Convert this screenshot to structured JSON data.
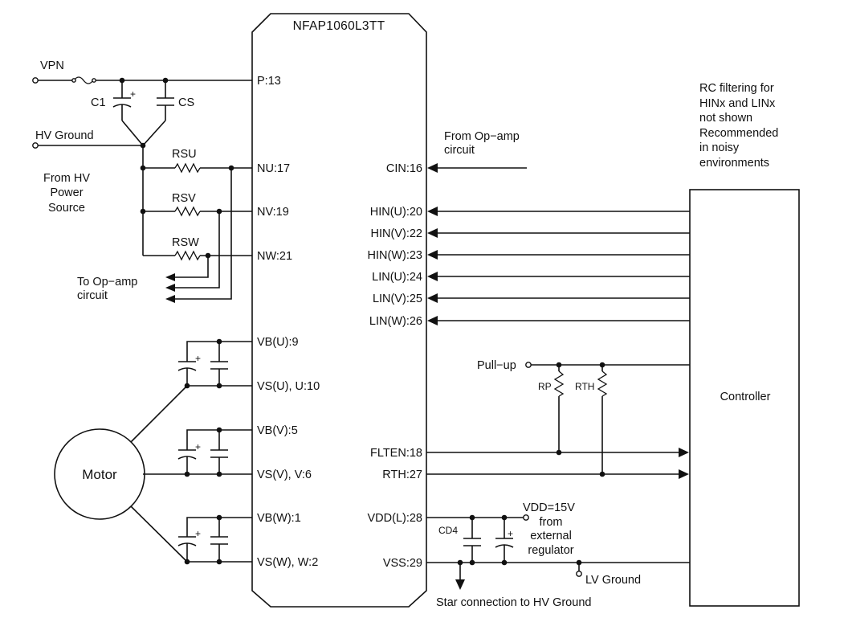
{
  "ic": {
    "name": "NFAP1060L3TT",
    "left_pins": {
      "p13": "P:13",
      "nu17": "NU:17",
      "nv19": "NV:19",
      "nw21": "NW:21",
      "vbu9": "VB(U):9",
      "vsu10": "VS(U), U:10",
      "vbv5": "VB(V):5",
      "vsv6": "VS(V), V:6",
      "vbw1": "VB(W):1",
      "vsw2": "VS(W), W:2"
    },
    "right_pins": {
      "cin16": "CIN:16",
      "hinu20": "HIN(U):20",
      "hinv22": "HIN(V):22",
      "hinw23": "HIN(W):23",
      "linu24": "LIN(U):24",
      "linv25": "LIN(V):25",
      "linw26": "LIN(W):26",
      "flten18": "FLTEN:18",
      "rth27": "RTH:27",
      "vddl28": "VDD(L):28",
      "vss29": "VSS:29"
    }
  },
  "labels": {
    "vpn": "VPN",
    "c1": "C1",
    "cs": "CS",
    "hv_ground": "HV Ground",
    "rsu": "RSU",
    "rsv": "RSV",
    "rsw": "RSW",
    "from_hv_1": "From HV",
    "from_hv_2": "Power",
    "from_hv_3": "Source",
    "to_opamp_1": "To Op−amp",
    "to_opamp_2": "circuit",
    "from_opamp_1": "From Op−amp",
    "from_opamp_2": "circuit",
    "note_1": "RC filtering for",
    "note_2": "HINx and LINx",
    "note_3": "not shown",
    "note_4": "Recommended",
    "note_5": "in noisy",
    "note_6": "environments",
    "controller": "Controller",
    "motor": "Motor",
    "pull_up": "Pull−up",
    "rp": "RP",
    "rth": "RTH",
    "vdd_1": "VDD=15V",
    "vdd_2": "from",
    "vdd_3": "external",
    "vdd_4": "regulator",
    "cd4": "CD4",
    "lv_ground": "LV Ground",
    "star": "Star connection to HV Ground",
    "plus": "+"
  }
}
